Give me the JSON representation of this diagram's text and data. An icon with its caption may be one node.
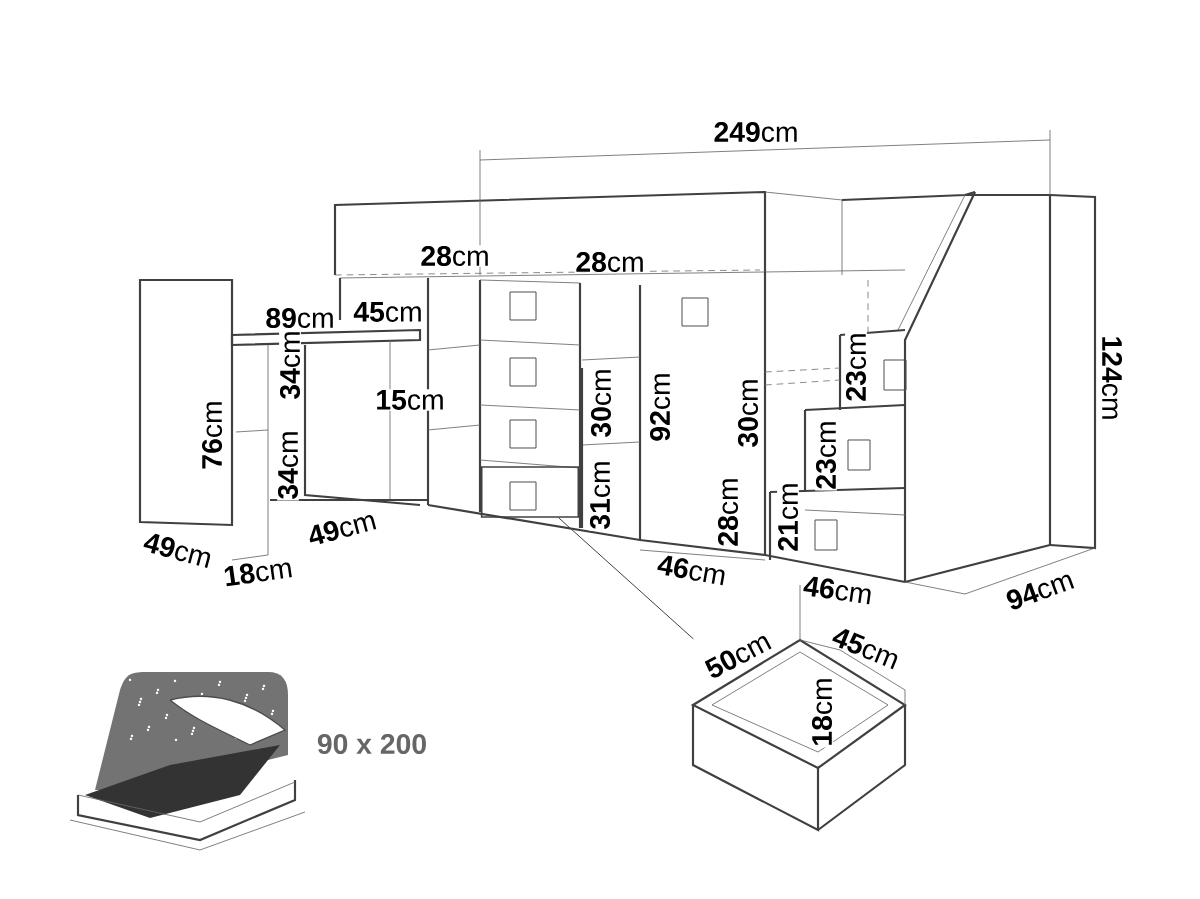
{
  "diagram": {
    "nodes": [
      {
        "text": [],
        "shape": "box"
      },
      {
        "text": [],
        "shape": "picture"
      }
    ],
    "edges": [
      {
        "from": 0,
        "to": 1,
        "arrow": "none"
      }
    ],
    "labels": [
      "**249**cm",
      "**28**cm",
      "**28**cm",
      "**89**cm",
      "**45**cm",
      "**15**cm",
      "**34**cm",
      "**124**cm",
      "**76**cm",
      "**30**cm",
      "**92**cm",
      "**30**cm",
      "**23**cm",
      "**34**cm",
      "**23**cm",
      "**31**cm",
      "**28**cm",
      "**21**cm",
      "**49**cm",
      "**49**cm",
      "**18**cm",
      "**46**cm",
      "**46**cm",
      "**94**cm",
      "**50**cm",
      "**45**cm",
      "**18**cm",
      "90 x 200"
    ]
  }
}
